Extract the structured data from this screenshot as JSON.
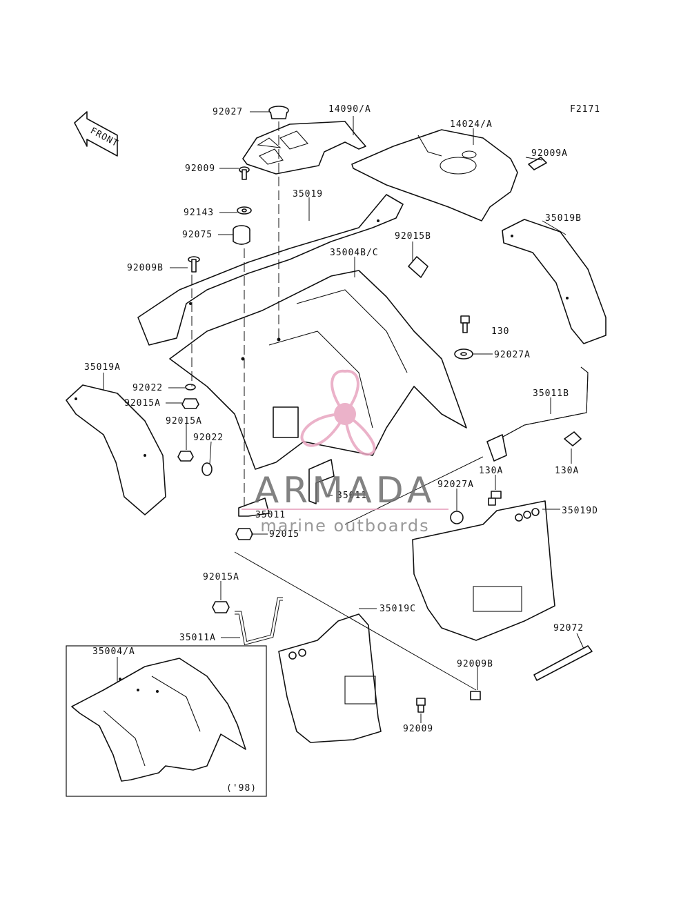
{
  "figure_code": "F2171",
  "front_indicator": "FRONT",
  "callouts": {
    "c92027": "92027",
    "c14090A": "14090/A",
    "c14024A": "14024/A",
    "c92009A": "92009A",
    "c92009": "92009",
    "c35019": "35019",
    "c92143": "92143",
    "c92075": "92075",
    "c35019B": "35019B",
    "c92015B": "92015B",
    "c35004BC": "35004B/C",
    "c92009B": "92009B",
    "c130": "130",
    "c92027A": "92027A",
    "c35019A": "35019A",
    "c92022": "92022",
    "c92015A": "92015A",
    "c92015A_2": "92015A",
    "c92022_2": "92022",
    "c35011B": "35011B",
    "c130A": "130A",
    "c130A_2": "130A",
    "c92027A_2": "92027A",
    "c35011": "35011",
    "c35011_2": "35011",
    "c35019D": "35019D",
    "c92015": "92015",
    "c92015A_3": "92015A",
    "c35019C": "35019C",
    "c35011A": "35011A",
    "c92072": "92072",
    "c35004A": "35004/A",
    "c92009B_2": "92009B",
    "c92009_2": "92009",
    "c98": "('98)"
  },
  "watermark": {
    "brand": "ARMADA",
    "tagline": "marine outboards",
    "brand_color": "#6d6d6d",
    "accent_color": "#e8a5c0"
  }
}
